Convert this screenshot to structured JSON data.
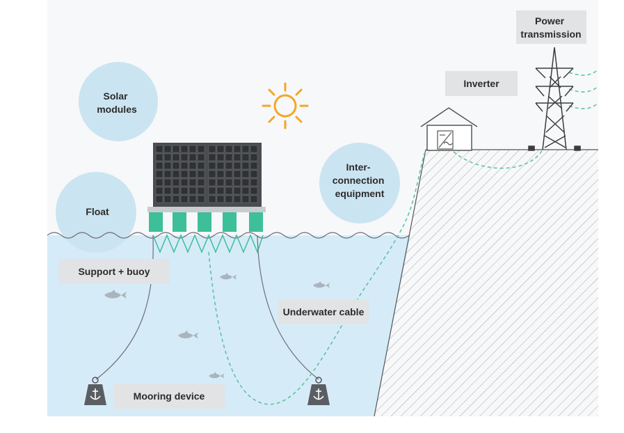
{
  "labels": {
    "solar_modules": [
      "Solar",
      "modules"
    ],
    "float": "Float",
    "interconnection": [
      "Inter-",
      "connection",
      "equipment"
    ],
    "inverter": "Inverter",
    "power_transmission": [
      "Power",
      "transmission"
    ],
    "support_buoy": "Support + buoy",
    "underwater_cable": "Underwater cable",
    "mooring_device": "Mooring device"
  },
  "colors": {
    "sky": "#f7f8f9",
    "water": "#d6ebf8",
    "bubble": "#cbe4f1",
    "label_box": "#e2e3e4",
    "sun": "#f5a623",
    "float_green": "#3dbf9a",
    "cable_green": "#5fc3a0",
    "panel_dark": "#3a3c3f",
    "ground_hatch": "#9a9a9a",
    "fish": "#a9b5bd"
  },
  "icons": [
    "sun-icon",
    "house-icon",
    "inverter-icon",
    "pylon-icon",
    "anchor-icon",
    "fish-icon",
    "solar-panel-icon"
  ]
}
